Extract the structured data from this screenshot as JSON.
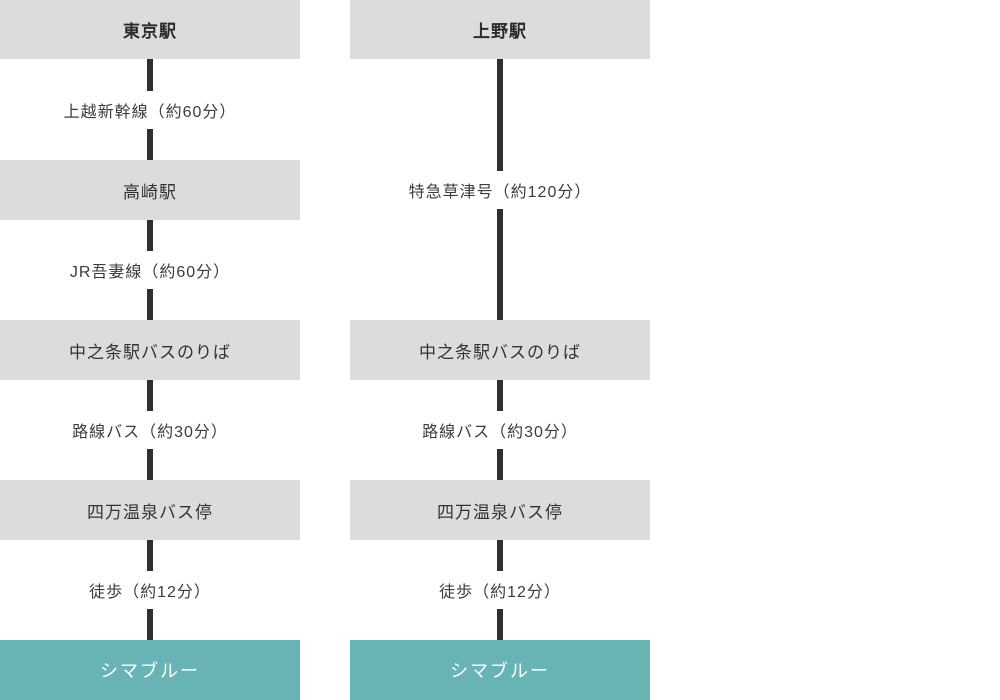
{
  "colors": {
    "station_box_bg": "#dcdcdc",
    "destination_bg": "#68b3b3",
    "connector_line": "#303030",
    "label_text": "#3c3c3c",
    "station_text": "#333333",
    "destination_text": "#ffffff"
  },
  "columns": [
    {
      "name": "route-from-tokyo",
      "steps": [
        {
          "type": "station-header",
          "label": "東京駅"
        },
        {
          "type": "leg",
          "label": "上越新幹線（約60分）"
        },
        {
          "type": "station",
          "label": "高崎駅"
        },
        {
          "type": "leg",
          "label": "JR吾妻線（約60分）"
        },
        {
          "type": "station",
          "label": "中之条駅バスのりば"
        },
        {
          "type": "leg",
          "label": "路線バス（約30分）"
        },
        {
          "type": "station",
          "label": "四万温泉バス停"
        },
        {
          "type": "leg",
          "label": "徒歩（約12分）"
        },
        {
          "type": "destination",
          "label": "シマブルー"
        }
      ]
    },
    {
      "name": "route-from-ueno",
      "steps": [
        {
          "type": "station-header",
          "label": "上野駅"
        },
        {
          "type": "leg",
          "label": "特急草津号（約120分）"
        },
        {
          "type": "station",
          "label": "中之条駅バスのりば"
        },
        {
          "type": "leg",
          "label": "路線バス（約30分）"
        },
        {
          "type": "station",
          "label": "四万温泉バス停"
        },
        {
          "type": "leg",
          "label": "徒歩（約12分）"
        },
        {
          "type": "destination",
          "label": "シマブルー"
        }
      ]
    }
  ]
}
